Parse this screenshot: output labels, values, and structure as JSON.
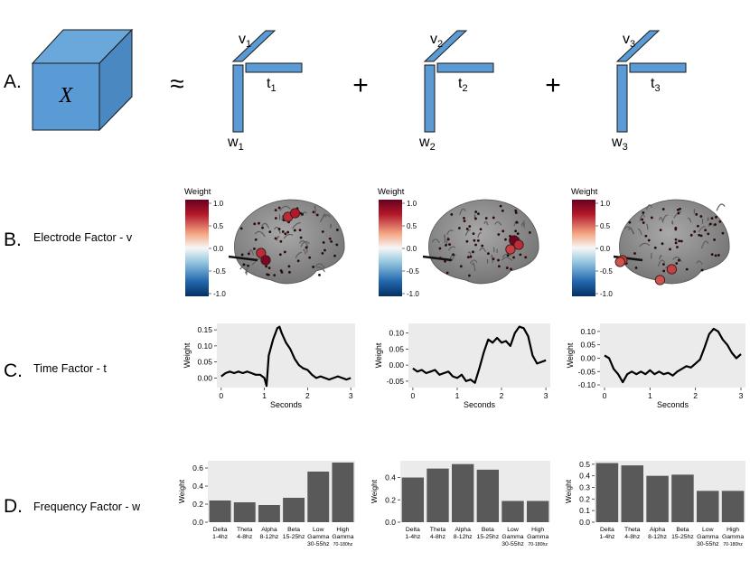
{
  "row_labels": {
    "a": "A.",
    "b": "B.",
    "c": "C.",
    "d": "D."
  },
  "row_titles": {
    "b": "Electrode Factor - v",
    "c": "Time Factor - t",
    "d": "Frequency Factor - w"
  },
  "decomposition": {
    "tensor_label": "X",
    "approx_symbol": "≈",
    "plus_symbol": "+",
    "components": [
      {
        "v": "v",
        "t": "t",
        "w": "w",
        "index": "1"
      },
      {
        "v": "v",
        "t": "t",
        "w": "w",
        "index": "2"
      },
      {
        "v": "v",
        "t": "t",
        "w": "w",
        "index": "3"
      }
    ],
    "colors": {
      "fill": "#5b9bd5",
      "stroke": "#1a1a1a",
      "cube_top": "#6aa8dc",
      "cube_side": "#4a88c2"
    }
  },
  "colorbar": {
    "title": "Weight",
    "ticks": [
      "1.0",
      "0.5",
      "0.0",
      "-0.5",
      "-1.0"
    ],
    "colors": {
      "high": "#b2182b",
      "mid": "#f7f7f7",
      "low": "#2166ac"
    }
  },
  "brains": [
    {
      "electrodes": [
        {
          "u": 0.49,
          "v": 0.22,
          "w": 0.55
        },
        {
          "u": 0.55,
          "v": 0.18,
          "w": 0.6
        },
        {
          "u": 0.26,
          "v": 0.62,
          "w": 0.55
        },
        {
          "u": 0.3,
          "v": 0.7,
          "w": 0.9
        }
      ]
    },
    {
      "electrodes": [
        {
          "u": 0.76,
          "v": 0.48,
          "w": 0.95
        },
        {
          "u": 0.8,
          "v": 0.53,
          "w": 0.55
        },
        {
          "u": 0.73,
          "v": 0.58,
          "w": 0.5
        }
      ]
    },
    {
      "electrodes": [
        {
          "u": 0.06,
          "v": 0.7,
          "w": 0.5
        },
        {
          "u": 0.04,
          "v": 0.72,
          "w": 0.45
        },
        {
          "u": 0.48,
          "v": 0.8,
          "w": 0.5
        },
        {
          "u": 0.38,
          "v": 0.92,
          "w": 0.45
        }
      ]
    }
  ],
  "chart_data": [
    {
      "type": "line",
      "xlabel": "Seconds",
      "ylabel": "Weight",
      "xlim": [
        -0.1,
        3.1
      ],
      "ylim": [
        -0.03,
        0.17
      ],
      "xticks": [
        "0",
        "1",
        "2",
        "3"
      ],
      "yticks": [
        "0.00",
        "0.05",
        "0.10",
        "0.15"
      ],
      "grid": false,
      "x": [
        0,
        0.1,
        0.2,
        0.3,
        0.4,
        0.5,
        0.6,
        0.7,
        0.8,
        0.9,
        1.0,
        1.05,
        1.1,
        1.2,
        1.3,
        1.35,
        1.4,
        1.5,
        1.6,
        1.7,
        1.8,
        1.9,
        2.0,
        2.1,
        2.2,
        2.3,
        2.4,
        2.5,
        2.6,
        2.7,
        2.8,
        2.9,
        3.0
      ],
      "values": [
        0.005,
        0.015,
        0.02,
        0.015,
        0.02,
        0.015,
        0.02,
        0.015,
        0.01,
        0.01,
        0.0,
        -0.025,
        0.07,
        0.12,
        0.155,
        0.16,
        0.14,
        0.11,
        0.09,
        0.06,
        0.04,
        0.03,
        0.025,
        0.01,
        0.0,
        0.005,
        0.0,
        -0.005,
        0.0,
        0.005,
        0.0,
        -0.005,
        0.0
      ]
    },
    {
      "type": "line",
      "xlabel": "Seconds",
      "ylabel": "Weight",
      "xlim": [
        -0.1,
        3.1
      ],
      "ylim": [
        -0.07,
        0.13
      ],
      "xticks": [
        "0",
        "1",
        "2",
        "3"
      ],
      "yticks": [
        "-0.05",
        "0.00",
        "0.05",
        "0.10"
      ],
      "grid": false,
      "x": [
        0,
        0.1,
        0.2,
        0.3,
        0.4,
        0.5,
        0.6,
        0.7,
        0.8,
        0.9,
        1.0,
        1.1,
        1.2,
        1.3,
        1.4,
        1.5,
        1.6,
        1.7,
        1.8,
        1.9,
        2.0,
        2.1,
        2.2,
        2.3,
        2.4,
        2.5,
        2.6,
        2.7,
        2.8,
        2.9,
        3.0
      ],
      "values": [
        -0.01,
        -0.02,
        -0.015,
        -0.025,
        -0.02,
        -0.015,
        -0.03,
        -0.025,
        -0.02,
        -0.035,
        -0.04,
        -0.03,
        -0.05,
        -0.045,
        -0.055,
        -0.01,
        0.04,
        0.08,
        0.07,
        0.085,
        0.07,
        0.075,
        0.06,
        0.1,
        0.12,
        0.115,
        0.09,
        0.03,
        0.005,
        0.01,
        0.015
      ]
    },
    {
      "type": "line",
      "xlabel": "Seconds",
      "ylabel": "Weight",
      "xlim": [
        -0.1,
        3.1
      ],
      "ylim": [
        -0.11,
        0.13
      ],
      "xticks": [
        "0",
        "1",
        "2",
        "3"
      ],
      "yticks": [
        "-0.10",
        "-0.05",
        "0.00",
        "0.05",
        "0.10"
      ],
      "grid": false,
      "x": [
        0,
        0.1,
        0.2,
        0.3,
        0.4,
        0.5,
        0.6,
        0.7,
        0.8,
        0.9,
        1.0,
        1.1,
        1.2,
        1.3,
        1.4,
        1.5,
        1.6,
        1.7,
        1.8,
        1.9,
        2.0,
        2.1,
        2.2,
        2.3,
        2.4,
        2.5,
        2.6,
        2.7,
        2.8,
        2.9,
        3.0
      ],
      "values": [
        0.01,
        0.0,
        -0.04,
        -0.06,
        -0.09,
        -0.06,
        -0.05,
        -0.06,
        -0.05,
        -0.06,
        -0.045,
        -0.06,
        -0.05,
        -0.06,
        -0.055,
        -0.065,
        -0.05,
        -0.04,
        -0.03,
        -0.035,
        -0.02,
        -0.005,
        0.04,
        0.09,
        0.11,
        0.1,
        0.07,
        0.05,
        0.02,
        0.0,
        0.015
      ]
    },
    {
      "type": "bar",
      "ylabel": "Weight",
      "ylim": [
        0,
        0.68
      ],
      "yticks": [
        "0.0",
        "0.2",
        "0.4",
        "0.6"
      ],
      "grid": false,
      "categories": [
        "Delta",
        "Theta",
        "Alpha",
        "Beta",
        "Low Gamma",
        "High Gamma"
      ],
      "sublabels": [
        "1-4hz",
        "4-8hz",
        "8-12hz",
        "15-25hz",
        "30-55hz",
        "70-180hz"
      ],
      "values": [
        0.24,
        0.22,
        0.19,
        0.27,
        0.56,
        0.66
      ]
    },
    {
      "type": "bar",
      "ylabel": "Weight",
      "ylim": [
        0,
        0.55
      ],
      "yticks": [
        "0.0",
        "0.2",
        "0.4"
      ],
      "grid": false,
      "categories": [
        "Delta",
        "Theta",
        "Alpha",
        "Beta",
        "Low Gamma",
        "High Gamma"
      ],
      "sublabels": [
        "1-4hz",
        "4-8hz",
        "8-12hz",
        "15-25hz",
        "30-55hz",
        "70-180hz"
      ],
      "values": [
        0.4,
        0.48,
        0.52,
        0.47,
        0.19,
        0.19
      ]
    },
    {
      "type": "bar",
      "ylabel": "Weight",
      "ylim": [
        0,
        0.53
      ],
      "yticks": [
        "0.0",
        "0.1",
        "0.2",
        "0.3",
        "0.4",
        "0.5"
      ],
      "grid": false,
      "categories": [
        "Delta",
        "Theta",
        "Alpha",
        "Beta",
        "Low Gamma",
        "High Gamma"
      ],
      "sublabels": [
        "1-4hz",
        "4-8hz",
        "8-12hz",
        "15-25hz",
        "30-55hz",
        "70-180hz"
      ],
      "values": [
        0.51,
        0.49,
        0.4,
        0.41,
        0.27,
        0.27
      ]
    }
  ]
}
